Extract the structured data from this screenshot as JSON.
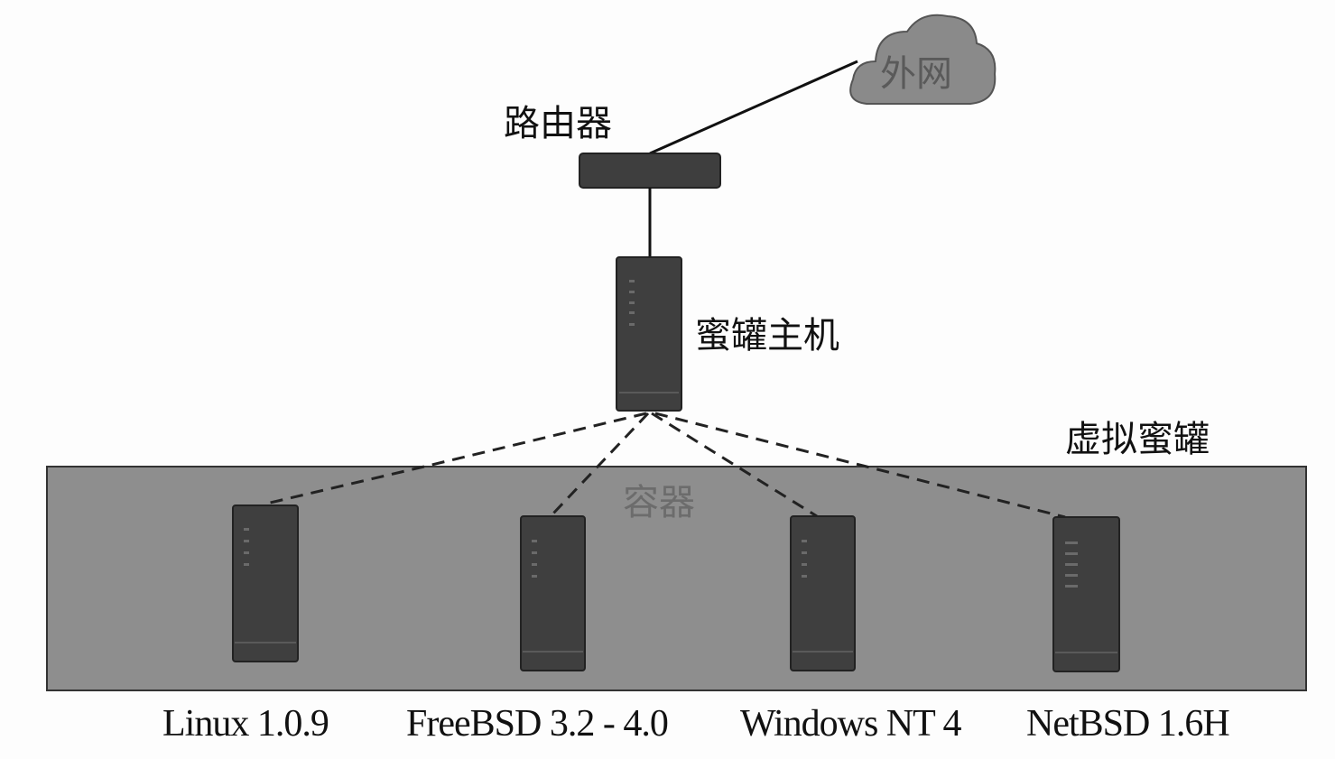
{
  "cloud": {
    "label": "外网"
  },
  "router": {
    "label": "路由器"
  },
  "host": {
    "label": "蜜罐主机"
  },
  "virtual": {
    "label": "虚拟蜜罐"
  },
  "container": {
    "label": "容器"
  },
  "guests": [
    {
      "label": "Linux 1.0.9"
    },
    {
      "label": "FreeBSD 3.2 - 4.0"
    },
    {
      "label": "Windows NT 4"
    },
    {
      "label": "NetBSD 1.6H"
    }
  ],
  "colors": {
    "server": "#3f3f3f",
    "container": "#8e8e8e",
    "cloud": "#8a8a8a"
  }
}
